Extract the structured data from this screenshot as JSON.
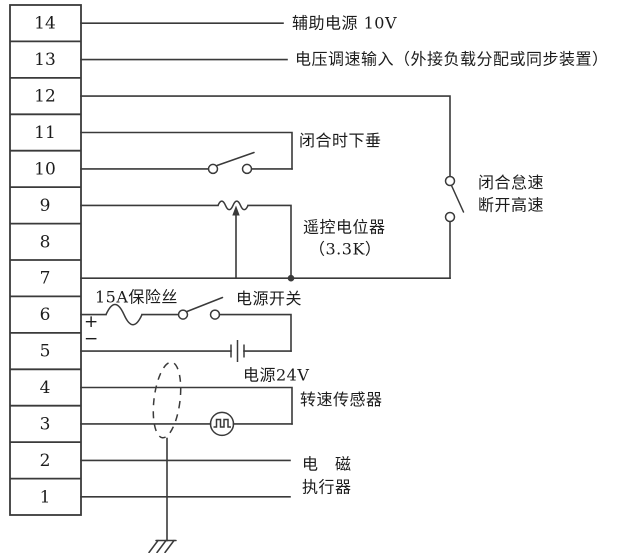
{
  "diagram": {
    "type": "wiring-schematic",
    "terminals": [
      "14",
      "13",
      "12",
      "11",
      "10",
      "9",
      "8",
      "7",
      "6",
      "5",
      "4",
      "3",
      "2",
      "1"
    ],
    "labels": {
      "aux_power": "辅助电源 10V",
      "voltage_input": "电压调速输入（外接负载分配或同步装置）",
      "droop": "闭合时下垂",
      "potentiometer": "遥控电位器",
      "potentiometer_value": "（3.3K）",
      "idle_line1": "闭合怠速",
      "idle_line2": "断开高速",
      "fuse": "15A保险丝",
      "power_switch": "电源开关",
      "battery": "电源24V",
      "speed_sensor": "转速传感器",
      "actuator_line1": "电　磁",
      "actuator_line2": "执行器",
      "plus": "+",
      "minus": "−"
    },
    "icons": {
      "droop_switch": "open-switch-icon",
      "idle_switch": "open-switch-icon",
      "power_switch": "open-switch-icon",
      "fuse": "fuse-wave-icon",
      "battery": "battery-cells-icon",
      "potentiometer": "potentiometer-wiper-icon",
      "sensor": "pulse-sensor-icon",
      "shield": "cable-shield-ellipse-icon",
      "ground": "chassis-ground-icon"
    },
    "colors": {
      "line": "#3a3a3a",
      "text": "#1c1c1c",
      "background": "#ffffff"
    }
  }
}
